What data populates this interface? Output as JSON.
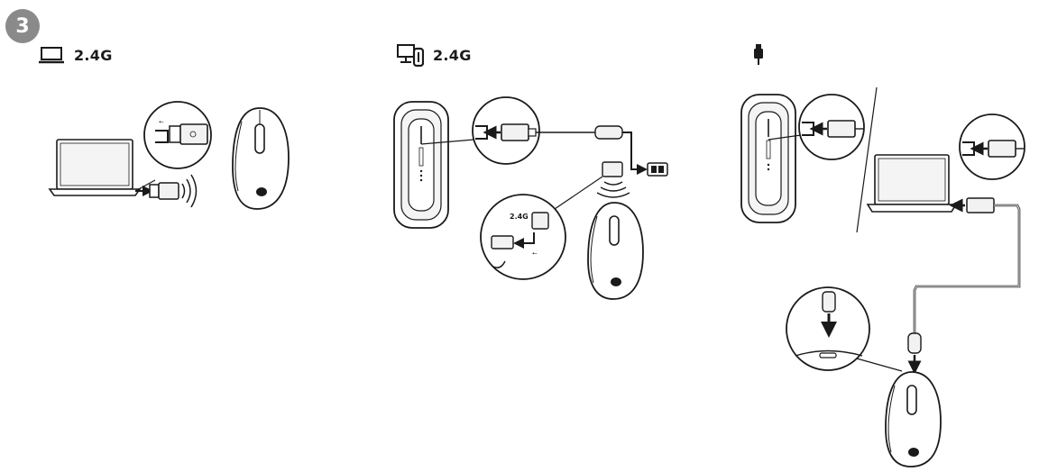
{
  "step": {
    "number": "3"
  },
  "sections": [
    {
      "icon": "laptop-icon",
      "label": "2.4G"
    },
    {
      "icon": "desktop-tower-icon",
      "label": "2.4G"
    },
    {
      "icon": "usb-cable-plug-icon",
      "label": ""
    }
  ],
  "illustration": {
    "dongle_label": "2.4G"
  },
  "colors": {
    "badge": "#8a8a8a",
    "line": "#1a1a1a",
    "fill": "#f2f2f2"
  }
}
